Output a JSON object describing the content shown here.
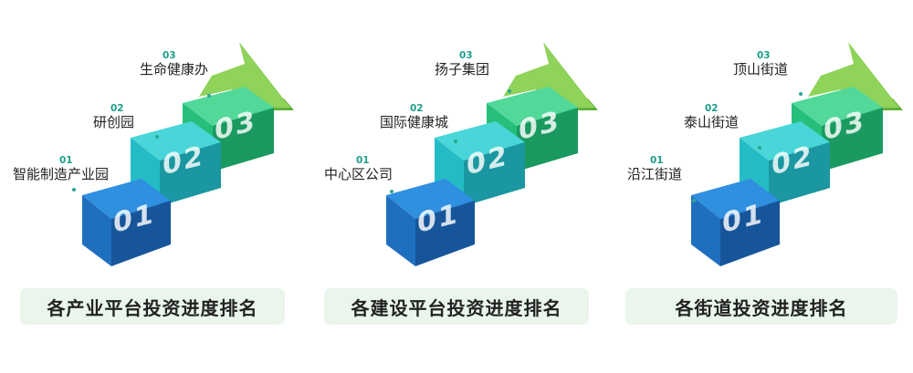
{
  "colors": {
    "step1_top": "#2f8fe0",
    "step1_front": "#1f6fbf",
    "step1_side": "#17559a",
    "step2_top": "#48d6d8",
    "step2_front": "#24bcc4",
    "step2_side": "#1a97a0",
    "step3_top": "#52d899",
    "step3_front": "#26bf7a",
    "step3_side": "#1b9a60",
    "arrow_top": "#8fd35a",
    "arrow_side": "#5fae36",
    "number_color": "#1e9e8a",
    "caption_bg": "#eaf6ec"
  },
  "panels": [
    {
      "caption": "各产业平台投资进度排名",
      "items": [
        {
          "num": "01",
          "label": "智能制造产业园",
          "step": "01"
        },
        {
          "num": "02",
          "label": "研创园",
          "step": "02"
        },
        {
          "num": "03",
          "label": "生命健康办",
          "step": "03"
        }
      ]
    },
    {
      "caption": "各建设平台投资进度排名",
      "items": [
        {
          "num": "01",
          "label": "中心区公司",
          "step": "01"
        },
        {
          "num": "02",
          "label": "国际健康城",
          "step": "02"
        },
        {
          "num": "03",
          "label": "扬子集团",
          "step": "03"
        }
      ]
    },
    {
      "caption": "各街道投资进度排名",
      "items": [
        {
          "num": "01",
          "label": "沿江街道",
          "step": "01"
        },
        {
          "num": "02",
          "label": "泰山街道",
          "step": "02"
        },
        {
          "num": "03",
          "label": "顶山街道",
          "step": "03"
        }
      ]
    }
  ]
}
